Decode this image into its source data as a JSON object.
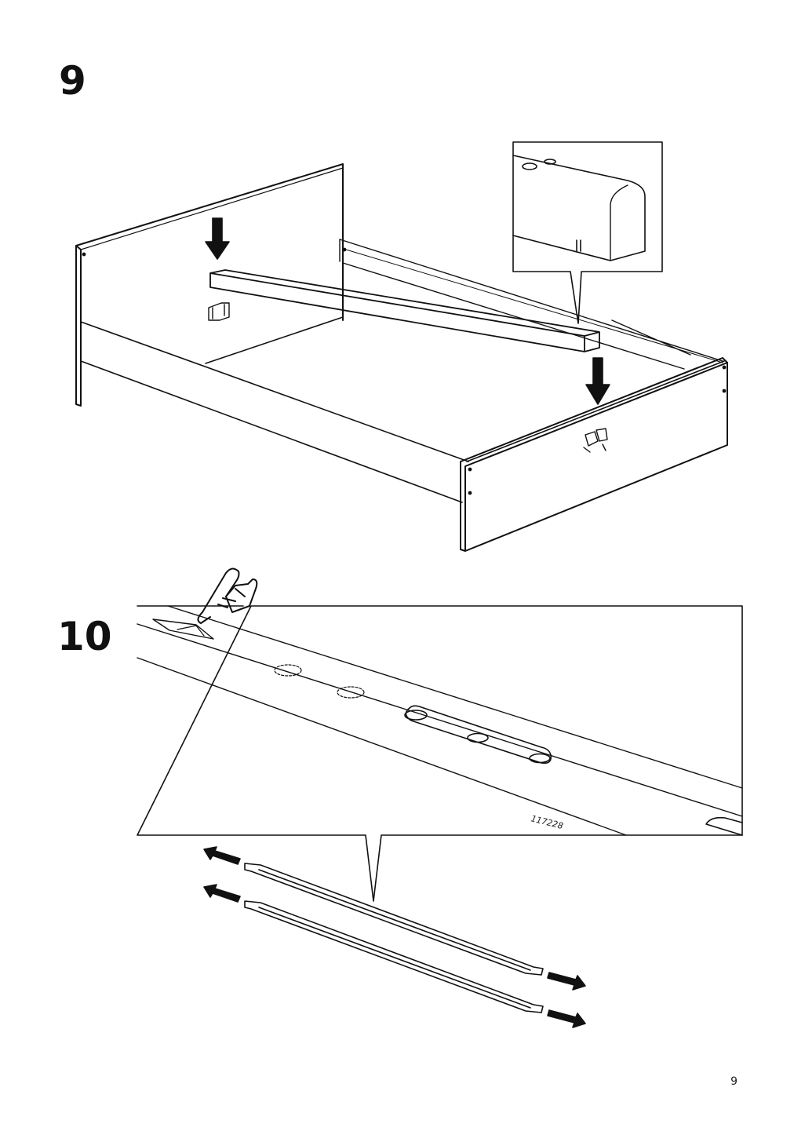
{
  "steps": [
    {
      "number": "9"
    },
    {
      "number": "10"
    }
  ],
  "step10": {
    "part_number": "117228"
  },
  "page": {
    "number": "9"
  },
  "icons": {
    "step9": [
      "down-arrow-icon",
      "bracket-icon",
      "fitting-icon",
      "zoom-callout"
    ],
    "step10": [
      "press-finger-icon",
      "direction-arrow-icon"
    ]
  },
  "colors": {
    "ink": "#111111",
    "paper": "#ffffff"
  }
}
